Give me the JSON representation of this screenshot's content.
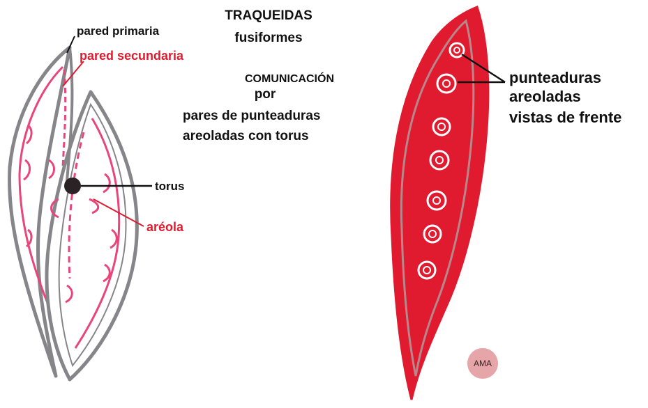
{
  "title": "TRAQUEIDAS",
  "subtitle": "fusiformes",
  "communication": {
    "line1": "COMUNICACIÓN",
    "line2": "por",
    "line3": "pares de punteaduras",
    "line4": "areoladas con torus"
  },
  "labels": {
    "pared_primaria": "pared primaria",
    "pared_secundaria": "pared secundaria",
    "torus": "torus",
    "areola": "aréola",
    "punteaduras_line1": "punteaduras",
    "punteaduras_line2": "areoladas",
    "punteaduras_line3": "vistas de frente"
  },
  "badge": "AMA",
  "colors": {
    "red": "#e01b2f",
    "gray": "#808084",
    "pink": "#e8457a",
    "text": "#111111",
    "badge": "#e6a5a8"
  }
}
